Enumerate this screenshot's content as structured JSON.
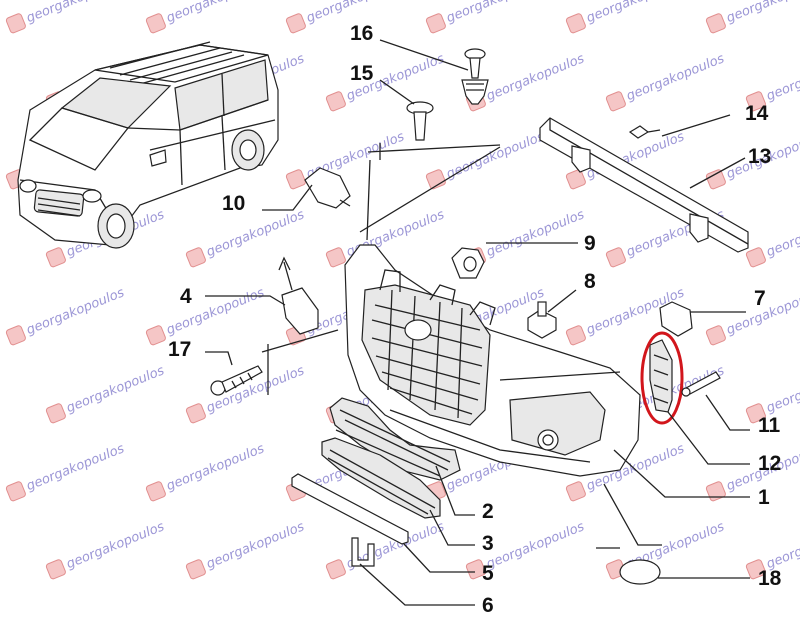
{
  "watermark": {
    "text": "georgakopoulos",
    "accent_color": "#7b74c9",
    "logo_color": "#d86a6a"
  },
  "callouts": [
    {
      "id": "p1",
      "label": "1"
    },
    {
      "id": "p2",
      "label": "2"
    },
    {
      "id": "p3",
      "label": "3"
    },
    {
      "id": "p4",
      "label": "4"
    },
    {
      "id": "p5",
      "label": "5"
    },
    {
      "id": "p6",
      "label": "6"
    },
    {
      "id": "p7",
      "label": "7"
    },
    {
      "id": "p8",
      "label": "8"
    },
    {
      "id": "p9",
      "label": "9"
    },
    {
      "id": "p10",
      "label": "10"
    },
    {
      "id": "p11",
      "label": "11"
    },
    {
      "id": "p12",
      "label": "12"
    },
    {
      "id": "p13",
      "label": "13"
    },
    {
      "id": "p14",
      "label": "14"
    },
    {
      "id": "p15",
      "label": "15"
    },
    {
      "id": "p16",
      "label": "16"
    },
    {
      "id": "p17",
      "label": "17"
    },
    {
      "id": "p18",
      "label": "18"
    }
  ],
  "highlight": {
    "part": "12",
    "color": "#d2161c"
  }
}
